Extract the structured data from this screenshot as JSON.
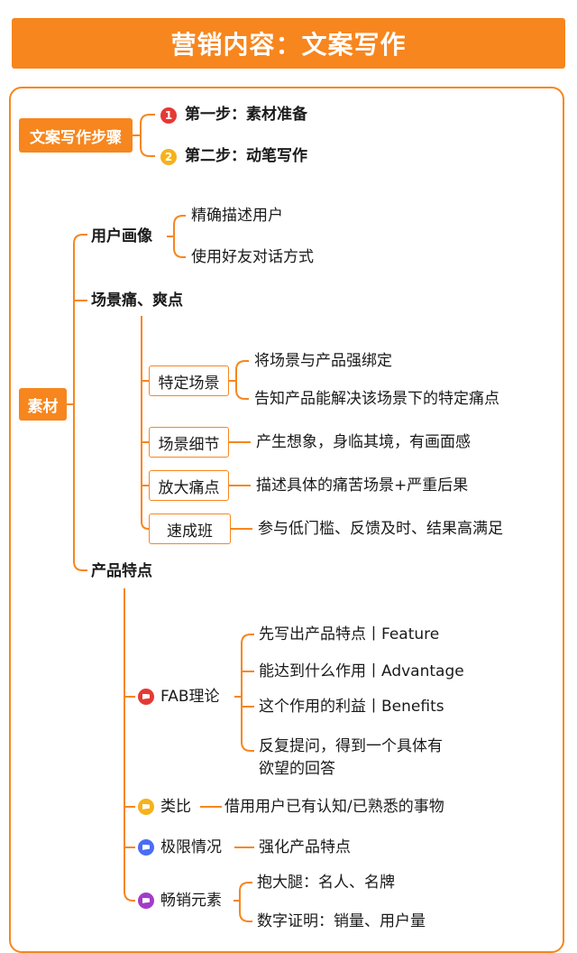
{
  "title": "营销内容：文案写作",
  "steps": {
    "root": "文案写作步骤",
    "items": [
      {
        "num": "1",
        "label": "第一步：素材准备",
        "color": "#e53935"
      },
      {
        "num": "2",
        "label": "第二步：动笔写作",
        "color": "#f5b21b"
      }
    ]
  },
  "material": {
    "root": "素材",
    "user_portrait": {
      "label": "用户画像",
      "children": [
        "精确描述用户",
        "使用好友对话方式"
      ]
    },
    "scene": {
      "label": "场景痛、爽点",
      "children": [
        {
          "label": "特定场景",
          "children": [
            "将场景与产品强绑定",
            "告知产品能解决该场景下的特定痛点"
          ]
        },
        {
          "label": "场景细节",
          "children": [
            "产生想象，身临其境，有画面感"
          ]
        },
        {
          "label": "放大痛点",
          "children": [
            "描述具体的痛苦场景+严重后果"
          ]
        },
        {
          "label": "速成班",
          "children": [
            "参与低门槛、反馈及时、结果高满足"
          ]
        }
      ]
    },
    "product": {
      "label": "产品特点",
      "children": [
        {
          "label": "FAB理论",
          "flag_color": "#e53935",
          "children": [
            "先写出产品特点丨Feature",
            "能达到什么作用丨Advantage",
            "这个作用的利益丨Benefits",
            "反复提问，得到一个具体有",
            "欲望的回答"
          ]
        },
        {
          "label": "类比",
          "flag_color": "#f5b21b",
          "children": [
            "借用用户已有认知/已熟悉的事物"
          ]
        },
        {
          "label": "极限情况",
          "flag_color": "#4a6cf7",
          "children": [
            "强化产品特点"
          ]
        },
        {
          "label": "畅销元素",
          "flag_color": "#a23cc8",
          "children": [
            "抱大腿：名人、名牌",
            "数字证明：销量、用户量"
          ]
        }
      ]
    }
  },
  "colors": {
    "accent": "#f7861e"
  }
}
